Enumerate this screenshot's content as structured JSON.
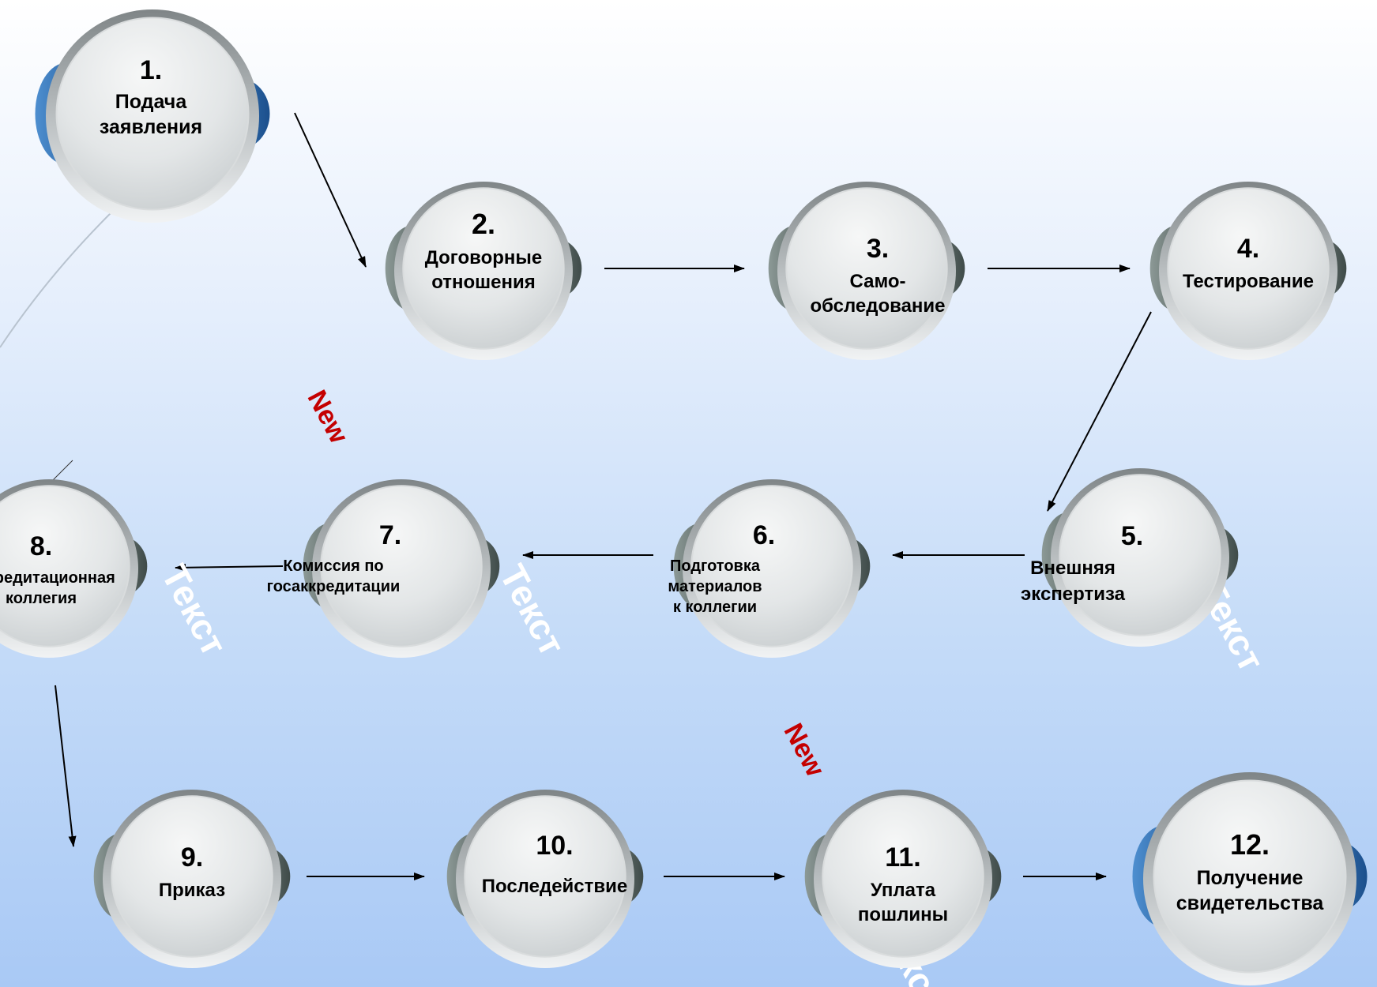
{
  "colors": {
    "ring": "#9fa4a6",
    "button_face": "#e8eaeb",
    "ear_gray": "#5c6b68",
    "ear_blue": "#2f6fb0",
    "arrow": "#000000",
    "new_label": "#c40000",
    "watermark": "#ffffff"
  },
  "steps": [
    {
      "id": "1",
      "number": "1.",
      "lines": [
        "Подача",
        "заявления"
      ],
      "ear": "blue"
    },
    {
      "id": "2",
      "number": "2.",
      "lines": [
        "Договорные",
        "отношения"
      ],
      "ear": "gray"
    },
    {
      "id": "3",
      "number": "3.",
      "lines": [
        "Само-",
        "обследование"
      ],
      "ear": "gray"
    },
    {
      "id": "4",
      "number": "4.",
      "lines": [
        "Тестирование"
      ],
      "ear": "gray"
    },
    {
      "id": "5",
      "number": "5.",
      "lines": [
        "Внешняя",
        "экспертиза"
      ],
      "ear": "gray"
    },
    {
      "id": "6",
      "number": "6.",
      "lines": [
        "Подготовка",
        "материалов",
        "к коллегии"
      ],
      "ear": "gray"
    },
    {
      "id": "7",
      "number": "7.",
      "lines": [
        "Комиссия по",
        "госаккредитации"
      ],
      "ear": "gray"
    },
    {
      "id": "8",
      "number": "8.",
      "lines": [
        "Аккредитационная",
        "коллегия"
      ],
      "ear": "gray"
    },
    {
      "id": "9",
      "number": "9.",
      "lines": [
        "Приказ"
      ],
      "ear": "gray"
    },
    {
      "id": "10",
      "number": "10.",
      "lines": [
        "Последействие"
      ],
      "ear": "gray"
    },
    {
      "id": "11",
      "number": "11.",
      "lines": [
        "Уплата",
        "пошлины"
      ],
      "ear": "gray"
    },
    {
      "id": "12",
      "number": "12.",
      "lines": [
        "Получение",
        "свидетельства"
      ],
      "ear": "blue"
    }
  ],
  "arrows": [
    {
      "from": "1",
      "to": "2"
    },
    {
      "from": "2",
      "to": "3"
    },
    {
      "from": "3",
      "to": "4"
    },
    {
      "from": "4",
      "to": "5"
    },
    {
      "from": "5",
      "to": "6"
    },
    {
      "from": "6",
      "to": "7"
    },
    {
      "from": "7",
      "to": "8"
    },
    {
      "from": "8",
      "to": "9"
    },
    {
      "from": "9",
      "to": "10"
    },
    {
      "from": "10",
      "to": "11"
    },
    {
      "from": "11",
      "to": "12"
    }
  ],
  "badges": [
    {
      "id": "new-1",
      "text": "New"
    },
    {
      "id": "new-2",
      "text": "New"
    }
  ],
  "watermarks": [
    {
      "id": "wm-1",
      "text": "Текст"
    },
    {
      "id": "wm-2",
      "text": "Текст"
    },
    {
      "id": "wm-3",
      "text": "Текст"
    },
    {
      "id": "wm-4",
      "text": "Текст"
    }
  ]
}
